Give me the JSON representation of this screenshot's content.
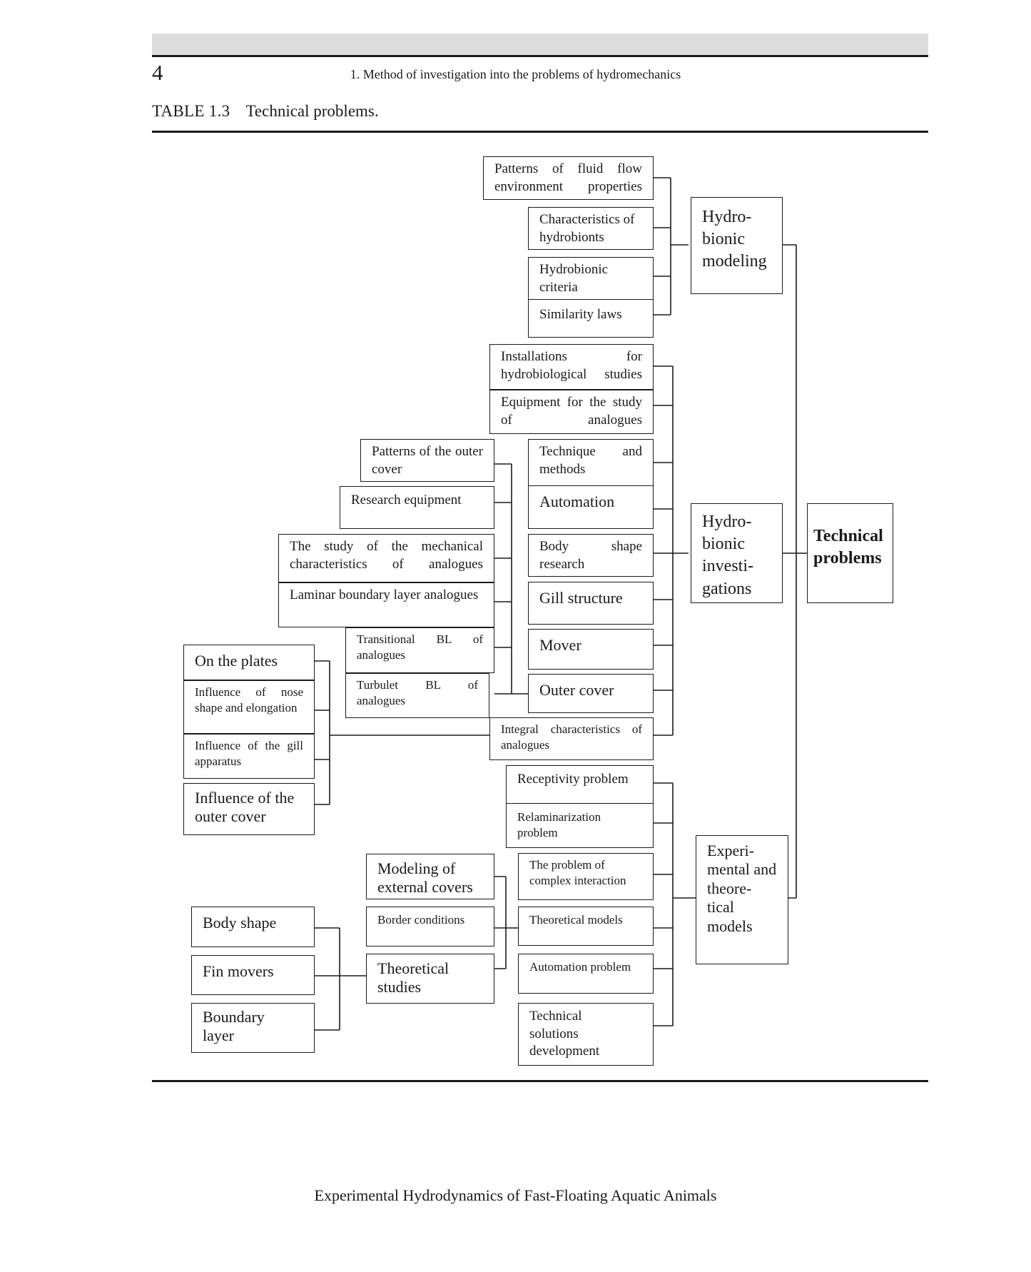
{
  "page": {
    "number": "4",
    "running_head": "1.  Method of investigation into the problems of hydromechanics",
    "table_label": "TABLE 1.3",
    "table_caption": "Technical problems.",
    "footer": "Experimental Hydrodynamics of Fast-Floating Aquatic Animals"
  },
  "diagram": {
    "root": "Technical problems",
    "groups": {
      "hydrobionic_modeling": "Hydro-bionic modeling",
      "hydrobionic_investigations": "Hydro-bionic investi-gations",
      "experimental_theoretical": "Experi-mental and theore-tical models"
    },
    "nodes": {
      "patterns_fluid_flow": "Patterns of fluid flow environment properties",
      "characteristics_hydrobionts": "Characteristics of hydrobionts",
      "hydrobionic_criteria": "Hydrobionic criteria",
      "similarity_laws": "Similarity laws",
      "installations": "Installations for hydrobiological studies",
      "equipment": "Equipment for the study of analogues",
      "technique_methods": "Technique and methods",
      "automation": "Automation",
      "body_shape_research": "Body shape research",
      "gill_structure": "Gill structure",
      "mover": "Mover",
      "outer_cover": "Outer cover",
      "integral_characteristics": "Integral characteristics of analogues",
      "patterns_outer_cover": "Patterns of the outer cover",
      "research_equipment": "Research equipment",
      "mechanical_characteristics": "The study of the mechanical characteristics of analogues",
      "laminar_bl": "Laminar boundary layer analogues",
      "transitional_bl": "Transitional BL of analogues",
      "turbulet_bl": "Turbulet BL of analogues",
      "on_plates": "On the plates",
      "nose_shape": "Influence of nose shape and elongation",
      "gill_apparatus": "Influence of the gill apparatus",
      "influence_outer_cover": "Influence of the outer cover",
      "receptivity": "Receptivity problem",
      "relaminarization": "Relaminarization problem",
      "complex_interaction": "The problem of complex interaction",
      "theoretical_models": "Theoretical models",
      "automation_problem": "Automation problem",
      "technical_solutions": "Technical solutions development",
      "modeling_external": "Modeling of external covers",
      "border_conditions": "Border conditions",
      "theoretical_studies": "Theoretical studies",
      "body_shape": "Body shape",
      "fin_movers": "Fin movers",
      "boundary_layer": "Boundary layer"
    }
  }
}
